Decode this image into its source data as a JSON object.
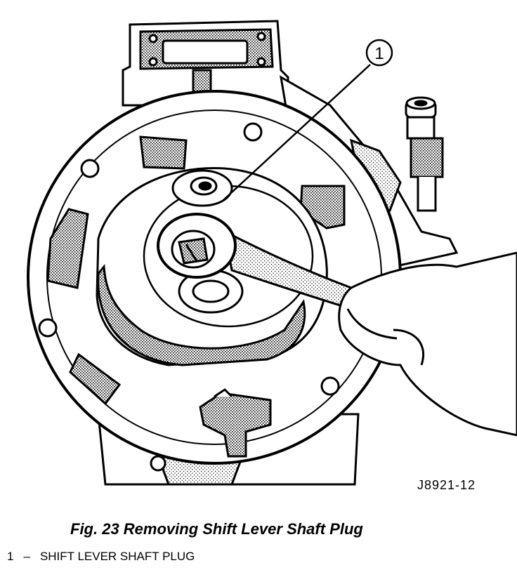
{
  "figure": {
    "callout_number": "1",
    "figure_id": "J8921-12"
  },
  "caption": "Fig. 23 Removing Shift Lever Shaft Plug",
  "legend": {
    "items": [
      {
        "number": "1",
        "separator": "–",
        "label": "SHIFT LEVER SHAFT PLUG"
      }
    ]
  },
  "colors": {
    "ink": "#000000",
    "paper": "#ffffff",
    "shade": "#8a8a8a"
  }
}
